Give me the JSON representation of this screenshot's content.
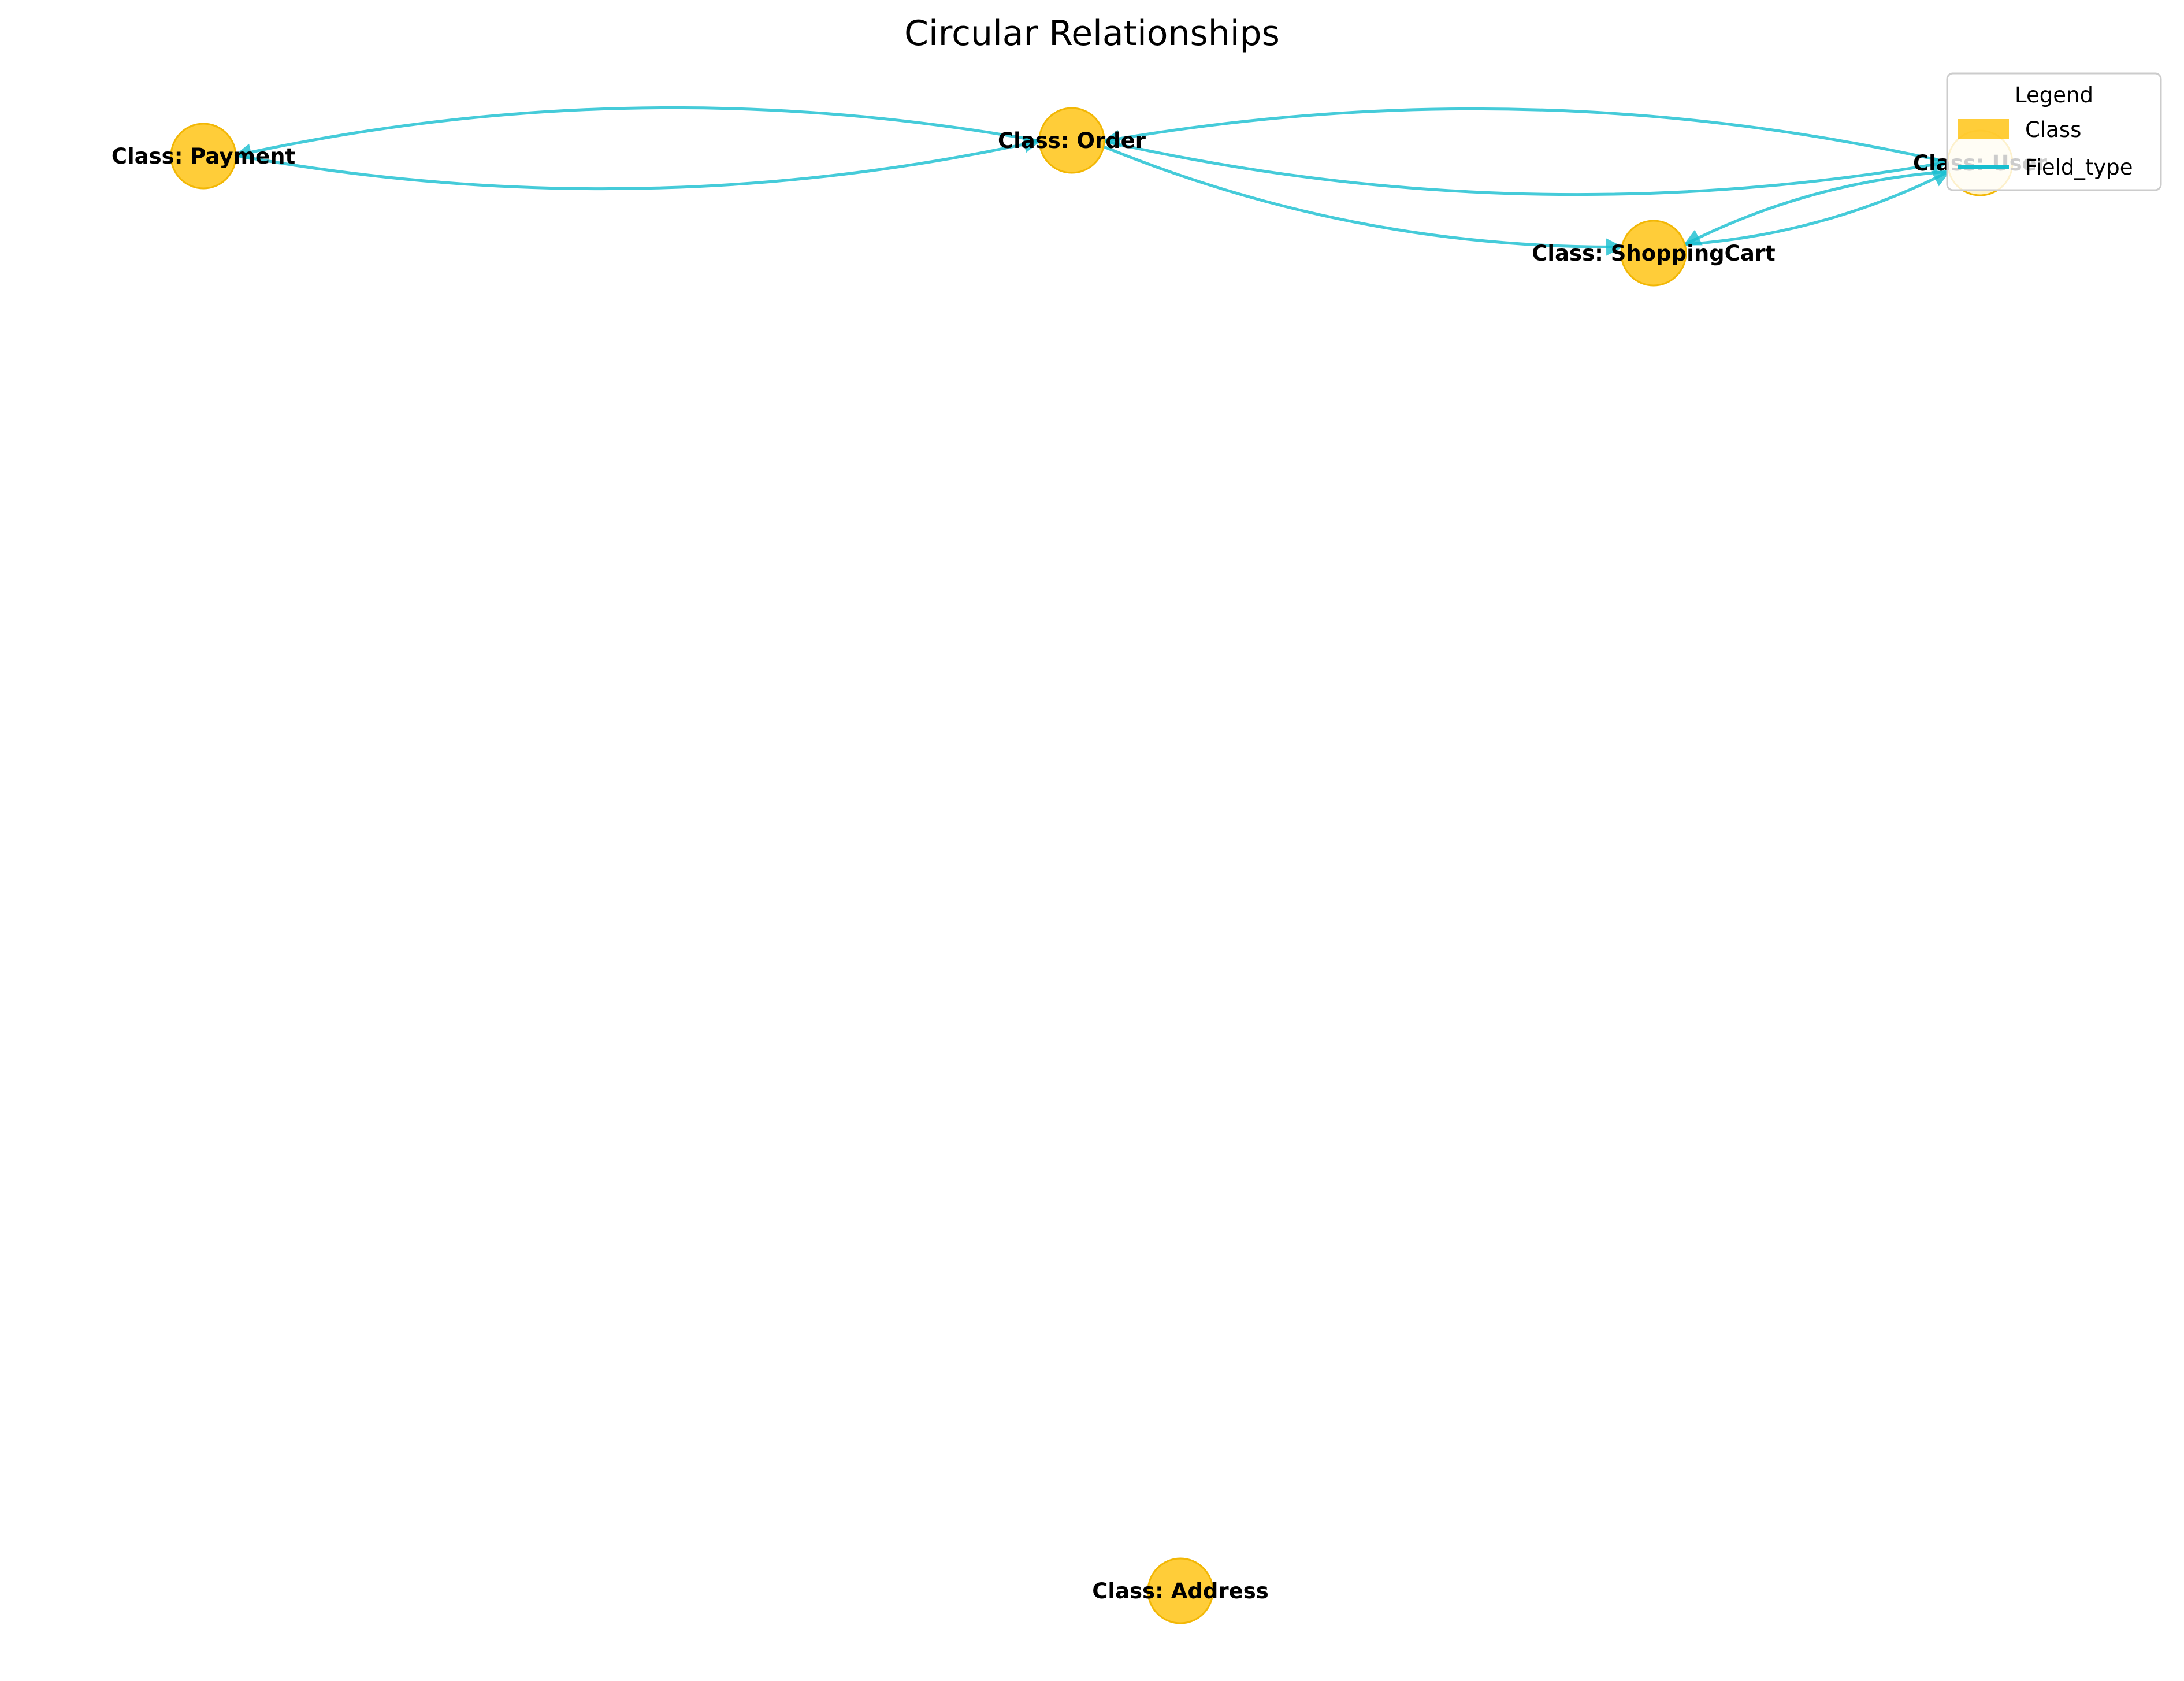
{
  "title": "Circular Relationships",
  "colors": {
    "node_fill": "#FFC107",
    "node_stroke": "#F2B705",
    "edge": "#17BECF"
  },
  "nodes": [
    {
      "id": "payment",
      "label": "Class: Payment"
    },
    {
      "id": "order",
      "label": "Class: Order"
    },
    {
      "id": "user",
      "label": "Class: User"
    },
    {
      "id": "shoppingcart",
      "label": "Class: ShoppingCart"
    },
    {
      "id": "address",
      "label": "Class: Address"
    }
  ],
  "edges": [
    {
      "from": "payment",
      "to": "order",
      "type": "Field_type"
    },
    {
      "from": "order",
      "to": "payment",
      "type": "Field_type"
    },
    {
      "from": "order",
      "to": "user",
      "type": "Field_type"
    },
    {
      "from": "user",
      "to": "order",
      "type": "Field_type"
    },
    {
      "from": "order",
      "to": "shoppingcart",
      "type": "Field_type"
    },
    {
      "from": "user",
      "to": "shoppingcart",
      "type": "Field_type"
    },
    {
      "from": "shoppingcart",
      "to": "user",
      "type": "Field_type"
    }
  ],
  "legend": {
    "title": "Legend",
    "items": [
      {
        "label": "Class",
        "kind": "patch"
      },
      {
        "label": "Field_type",
        "kind": "line"
      }
    ]
  }
}
